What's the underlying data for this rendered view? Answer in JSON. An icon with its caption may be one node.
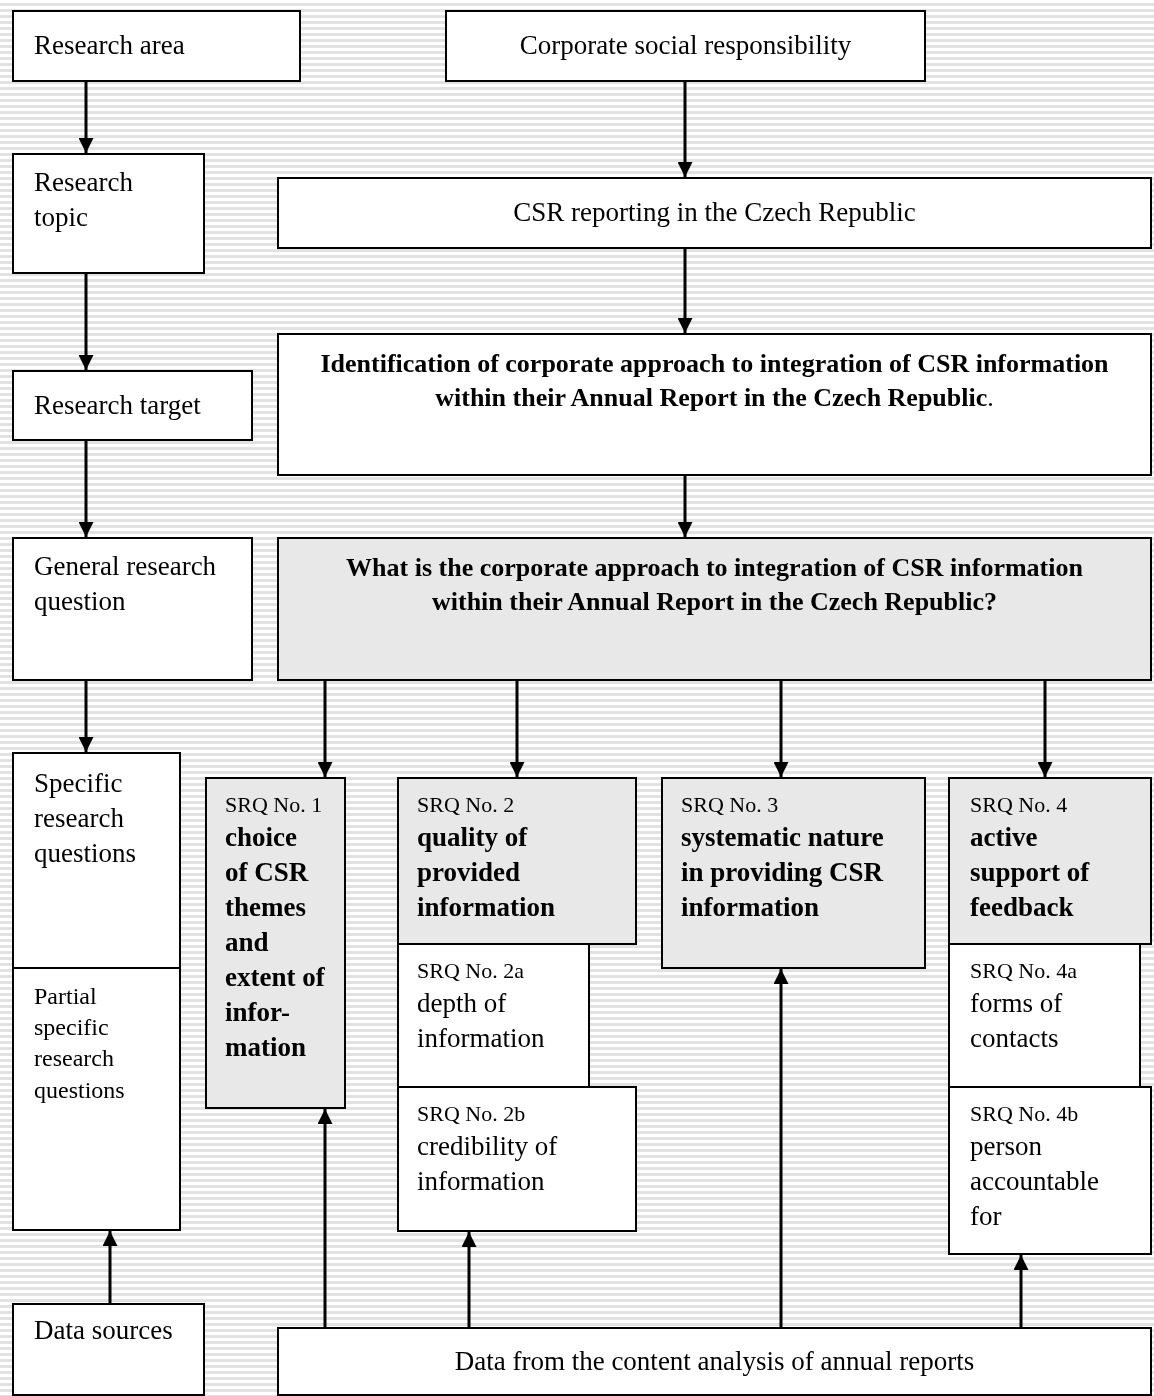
{
  "diagram": {
    "nodes": [
      {
        "text": [
          "Research area"
        ]
      },
      {
        "text": [
          "Corporate social responsibility"
        ]
      },
      {
        "text": [
          "Research topic"
        ]
      },
      {
        "text": [
          "CSR reporting in the Czech Republic"
        ]
      },
      {
        "text": [
          "Research target"
        ]
      },
      {
        "text": [
          "**Identification of corporate approach to integration of CSR information within their Annual Report in the Czech Republic**."
        ]
      },
      {
        "text": [
          "General research question"
        ]
      },
      {
        "text": [
          "What is the corporate approach to integration of CSR information within their Annual Report in the Czech Republic?"
        ]
      },
      {
        "text": [
          "Specific research questions"
        ]
      },
      {
        "text": [
          "SRQ No. 1",
          "**choice of CSR themes** and **extent of infor-mation**"
        ]
      },
      {
        "text": [
          "SRQ No. 2",
          "quality of provided information"
        ]
      },
      {
        "text": [
          "SRQ No. 3",
          "systematic nature in providing CSR information"
        ]
      },
      {
        "text": [
          "SRQ No. 4",
          "active support of feedback"
        ]
      },
      {
        "text": [
          "Partial specific research questions"
        ]
      },
      {
        "text": [
          "SRQ No. 2a",
          "depth of information"
        ]
      },
      {
        "text": [
          "SRQ No. 4a",
          "forms of contacts"
        ]
      },
      {
        "text": [
          "SRQ No. 2b",
          "credibility of information"
        ]
      },
      {
        "text": [
          "SRQ No. 4b",
          "person accountable for"
        ]
      },
      {
        "text": [
          "Data sources"
        ]
      },
      {
        "text": [
          "Data from the content analysis of annual reports"
        ]
      }
    ],
    "edges": [
      {
        "from": 0,
        "to": 2,
        "arrow": "to"
      },
      {
        "from": 2,
        "to": 4,
        "arrow": "to"
      },
      {
        "from": 4,
        "to": 6,
        "arrow": "to"
      },
      {
        "from": 6,
        "to": 8,
        "arrow": "to"
      },
      {
        "from": 1,
        "to": 3,
        "arrow": "to"
      },
      {
        "from": 3,
        "to": 5,
        "arrow": "to"
      },
      {
        "from": 5,
        "to": 7,
        "arrow": "to"
      },
      {
        "from": 7,
        "to": 9,
        "arrow": "to"
      },
      {
        "from": 7,
        "to": 10,
        "arrow": "to"
      },
      {
        "from": 7,
        "to": 11,
        "arrow": "to"
      },
      {
        "from": 7,
        "to": 12,
        "arrow": "to"
      },
      {
        "from": 18,
        "to": 13,
        "arrow": "to"
      },
      {
        "from": 19,
        "to": 9,
        "arrow": "to"
      },
      {
        "from": 19,
        "to": 16,
        "arrow": "to"
      },
      {
        "from": 19,
        "to": 11,
        "arrow": "to"
      },
      {
        "from": 19,
        "to": 17,
        "arrow": "to"
      }
    ]
  }
}
